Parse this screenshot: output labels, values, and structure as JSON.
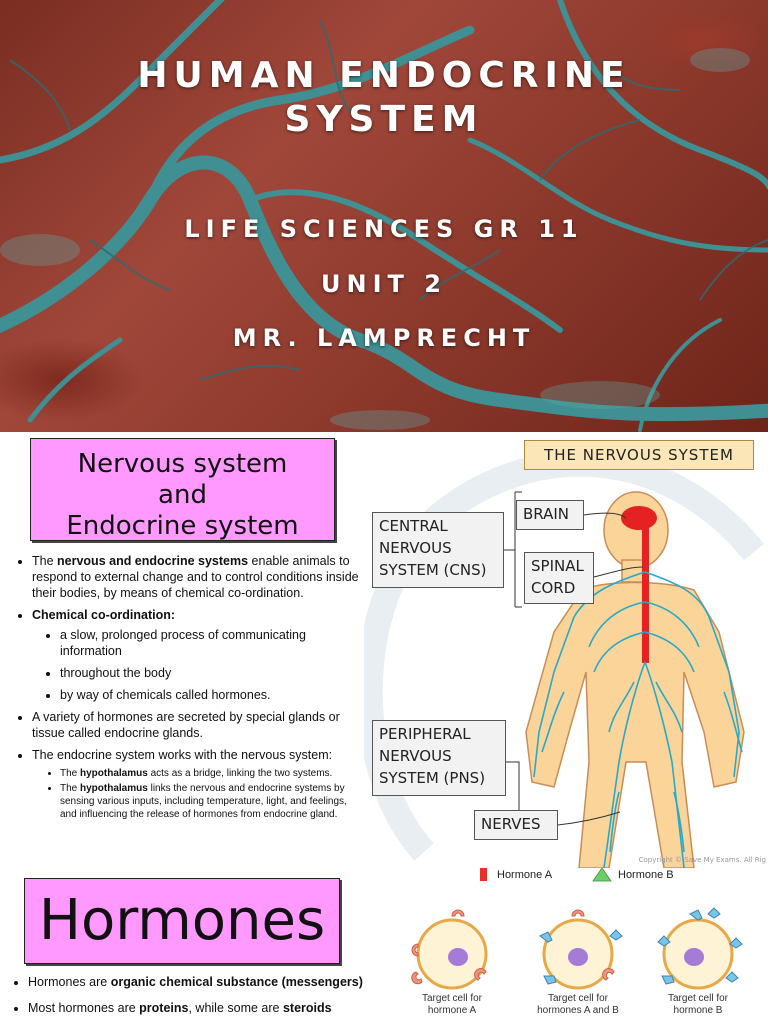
{
  "slide1": {
    "title_line1": "HUMAN ENDOCRINE",
    "title_line2": "SYSTEM",
    "subtitle1": "LIFE SCIENCES GR 11",
    "subtitle2": "UNIT 2",
    "subtitle3": "MR. LAMPRECHT"
  },
  "slide2": {
    "box_line1": "Nervous system",
    "box_line2": "and",
    "box_line3": "Endocrine system",
    "b1_pre": "The ",
    "b1_bold": "nervous and endocrine systems",
    "b1_post": " enable animals to respond to external change and to control conditions inside their bodies, by means of chemical co-ordination.",
    "b2_bold": "Chemical co-ordination:",
    "b2_sub": [
      "a slow, prolonged process of communicating information",
      "throughout the body",
      "by way of chemicals called hormones."
    ],
    "b3": "A variety of hormones are secreted by special glands or tissue called endocrine glands.",
    "b4": "The endocrine system works with the nervous system:",
    "b4_sub1_pre": "The ",
    "b4_sub1_bold": "hypothalamus",
    "b4_sub1_post": " acts as a bridge, linking the two systems.",
    "b4_sub2_pre": "The ",
    "b4_sub2_bold": "hypothalamus",
    "b4_sub2_post": " links the nervous and endocrine systems by sensing various inputs, including temperature, light, and feelings, and influencing the release of hormones from endocrine gland.",
    "diagram": {
      "title": "THE NERVOUS SYSTEM",
      "brain": "BRAIN",
      "spinal_line1": "SPINAL",
      "spinal_line2": "CORD",
      "cns_line1": "CENTRAL",
      "cns_line2": "NERVOUS",
      "cns_line3": "SYSTEM (CNS)",
      "pns_line1": "PERIPHERAL",
      "pns_line2": "NERVOUS",
      "pns_line3": "SYSTEM (PNS)",
      "nerves": "NERVES",
      "copyright": "Copyright © Save My Exams. All Rig"
    }
  },
  "slide3": {
    "box": "Hormones",
    "b1_pre": "Hormones are ",
    "b1_bold": "organic chemical substance (messengers)",
    "b2_pre": "Most hormones are ",
    "b2_bold1": "proteins",
    "b2_mid": ", while some are ",
    "b2_bold2": "steroids",
    "legend_a": "Hormone A",
    "legend_b": "Hormone B",
    "cells": [
      {
        "line1": "Target cell for",
        "line2": "hormone A"
      },
      {
        "line1": "Target cell for",
        "line2": "hormones A and B"
      },
      {
        "line1": "Target cell for",
        "line2": "hormone B"
      }
    ]
  },
  "colors": {
    "pink_box": "#ff99ff",
    "nerve_blue": "#29a9c9",
    "cns_red": "#e52222",
    "body_skin": "#fbd49a",
    "hormone_a": "#e8302b",
    "hormone_b": "#6ccf6a"
  }
}
